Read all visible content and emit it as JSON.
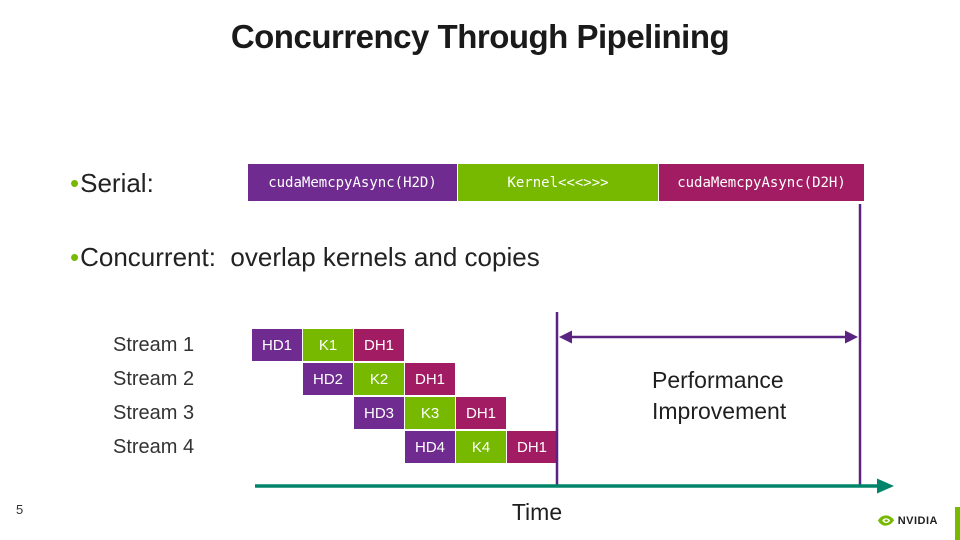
{
  "title": "Concurrency Through Pipelining",
  "bullets": {
    "serial": "Serial:",
    "concurrent": "Concurrent:  overlap kernels and copies"
  },
  "serial_bar": {
    "h2d": "cudaMemcpyAsync(H2D)",
    "kernel": "Kernel<<<>>>",
    "d2h": "cudaMemcpyAsync(D2H)"
  },
  "streams": [
    {
      "label": "Stream 1",
      "boxes": [
        "HD1",
        "K1",
        "DH1"
      ]
    },
    {
      "label": "Stream 2",
      "boxes": [
        "HD2",
        "K2",
        "DH1"
      ]
    },
    {
      "label": "Stream 3",
      "boxes": [
        "HD3",
        "K3",
        "DH1"
      ]
    },
    {
      "label": "Stream 4",
      "boxes": [
        "HD4",
        "K4",
        "DH1"
      ]
    }
  ],
  "annotations": {
    "performance_line1": "Performance",
    "performance_line2": "Improvement",
    "time_label": "Time"
  },
  "footer": {
    "page_number": "5",
    "brand": "NVIDIA"
  },
  "colors": {
    "h2d_purple": "#6f2b8f",
    "kernel_green": "#76b900",
    "d2h_magenta": "#a11c62",
    "arrow_purple": "#5a2382",
    "axis_teal": "#00856a",
    "nvidia_green": "#76b900"
  }
}
